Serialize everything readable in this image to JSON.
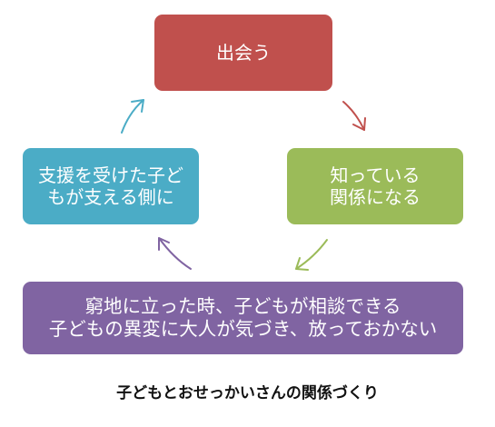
{
  "nodes": {
    "meet": {
      "lines": [
        "出会う"
      ],
      "color": "#c0504d"
    },
    "know": {
      "lines": [
        "知っている",
        "関係になる"
      ],
      "color": "#9bbb59"
    },
    "support": {
      "lines": [
        "支援を受けた子ど",
        "もが支える側に"
      ],
      "color": "#4bacc6"
    },
    "bottom": {
      "lines": [
        "窮地に立った時、子どもが相談できる",
        "子どもの異変に大人が気づき、放っておかない"
      ],
      "color": "#8064a2"
    }
  },
  "caption": "子どもとおせっかいさんの関係づくり"
}
